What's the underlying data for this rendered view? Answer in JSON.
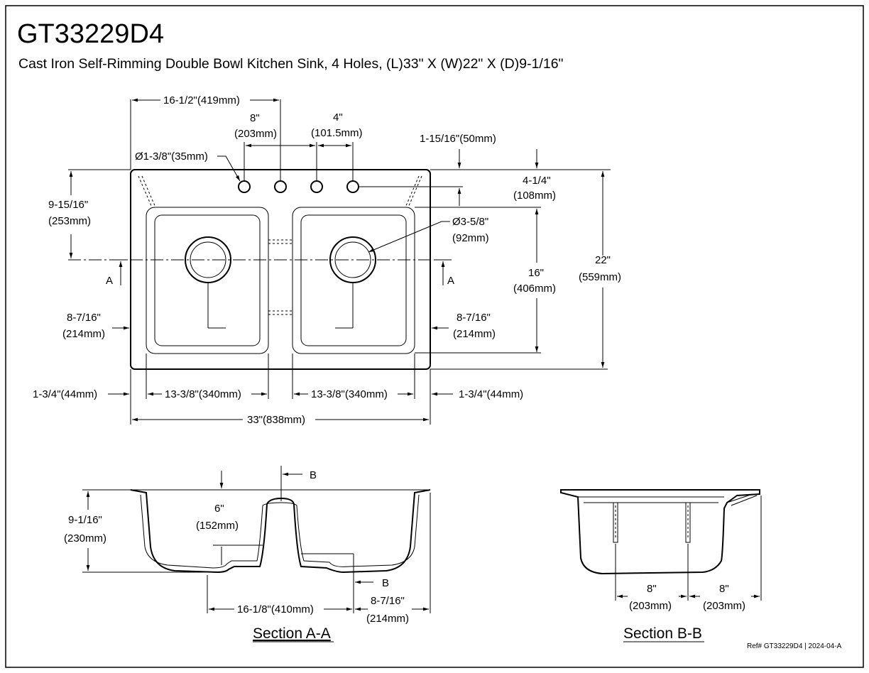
{
  "model_number": "GT33229D4",
  "description": "Cast Iron Self-Rimming Double Bowl Kitchen Sink, 4 Holes, (L)33\" X (W)22\" X (D)9-1/16\"",
  "top_view": {
    "dim_faucet_offset": "16-1/2\"(419mm)",
    "dim_8_a": "8\"",
    "dim_8_b": "(203mm)",
    "dim_4_a": "4\"",
    "dim_4_b": "(101.5mm)",
    "dim_hole_offset": "1-15/16\"(50mm)",
    "dim_hole_dia": "Ø1-3/8\"(35mm)",
    "dim_rear_a": "4-1/4\"",
    "dim_rear_b": "(108mm)",
    "dim_drain_back_a": "9-15/16\"",
    "dim_drain_back_b": "(253mm)",
    "dim_drain_dia_a": "Ø3-5/8\"",
    "dim_drain_dia_b": "(92mm)",
    "dim_bowl_len_a": "16\"",
    "dim_bowl_len_b": "(406mm)",
    "dim_total_w_a": "22\"",
    "dim_total_w_b": "(559mm)",
    "dim_left_drain_a": "8-7/16\"",
    "dim_left_drain_b": "(214mm)",
    "dim_right_drain_a": "8-7/16\"",
    "dim_right_drain_b": "(214mm)",
    "dim_left_edge": "1-3/4\"(44mm)",
    "dim_right_edge": "1-3/4\"(44mm)",
    "dim_bowl_left": "13-3/8\"(340mm)",
    "dim_bowl_right": "13-3/8\"(340mm)",
    "dim_total_len": "33\"(838mm)",
    "section_mark": "A"
  },
  "section_aa": {
    "label": "Section A-A",
    "marker": "B",
    "dim_depth_a": "9-1/16\"",
    "dim_depth_b": "(230mm)",
    "dim_divider_a": "6\"",
    "dim_divider_b": "(152mm)",
    "dim_drain_span": "16-1/8\"(410mm)",
    "dim_drain_edge_a": "8-7/16\"",
    "dim_drain_edge_b": "(214mm)"
  },
  "section_bb": {
    "label": "Section B-B",
    "dim_left_a": "8\"",
    "dim_left_b": "(203mm)",
    "dim_right_a": "8\"",
    "dim_right_b": "(203mm)"
  },
  "reference": "Ref# GT33229D4 | 2024-04-A"
}
